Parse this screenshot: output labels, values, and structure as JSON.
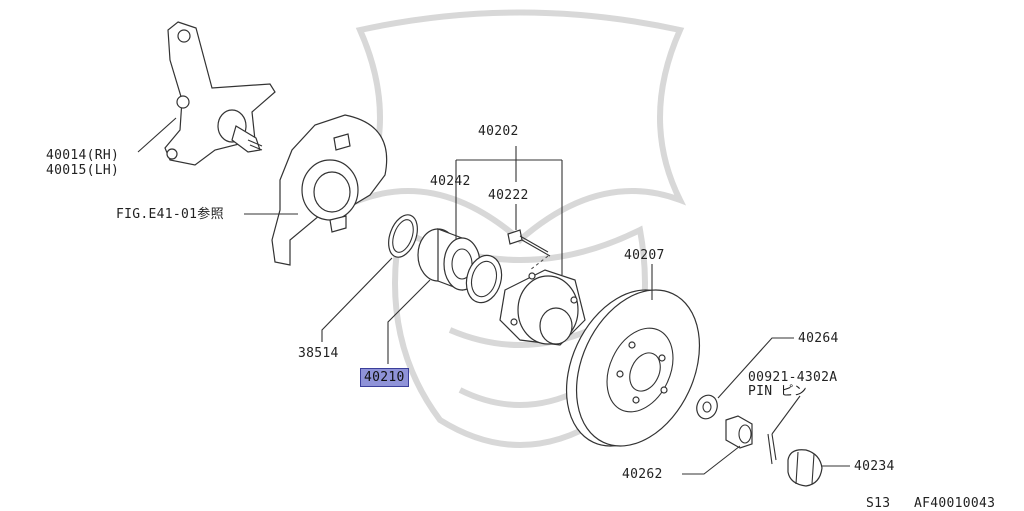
{
  "labels": {
    "p40014": "40014(RH)",
    "p40015": "40015(LH)",
    "fig_ref": "FIG.E41-01参照",
    "p40202": "40202",
    "p40242": "40242",
    "p40222": "40222",
    "p40207": "40207",
    "p38514": "38514",
    "p40210": "40210",
    "p40264": "40264",
    "p00921": "00921-4302A",
    "pin": "PIN ピン",
    "p40262": "40262",
    "p40234": "40234"
  },
  "footer": {
    "model": "S13",
    "figure_code": "AF40010043"
  },
  "highlight_color": "#8f93d8"
}
